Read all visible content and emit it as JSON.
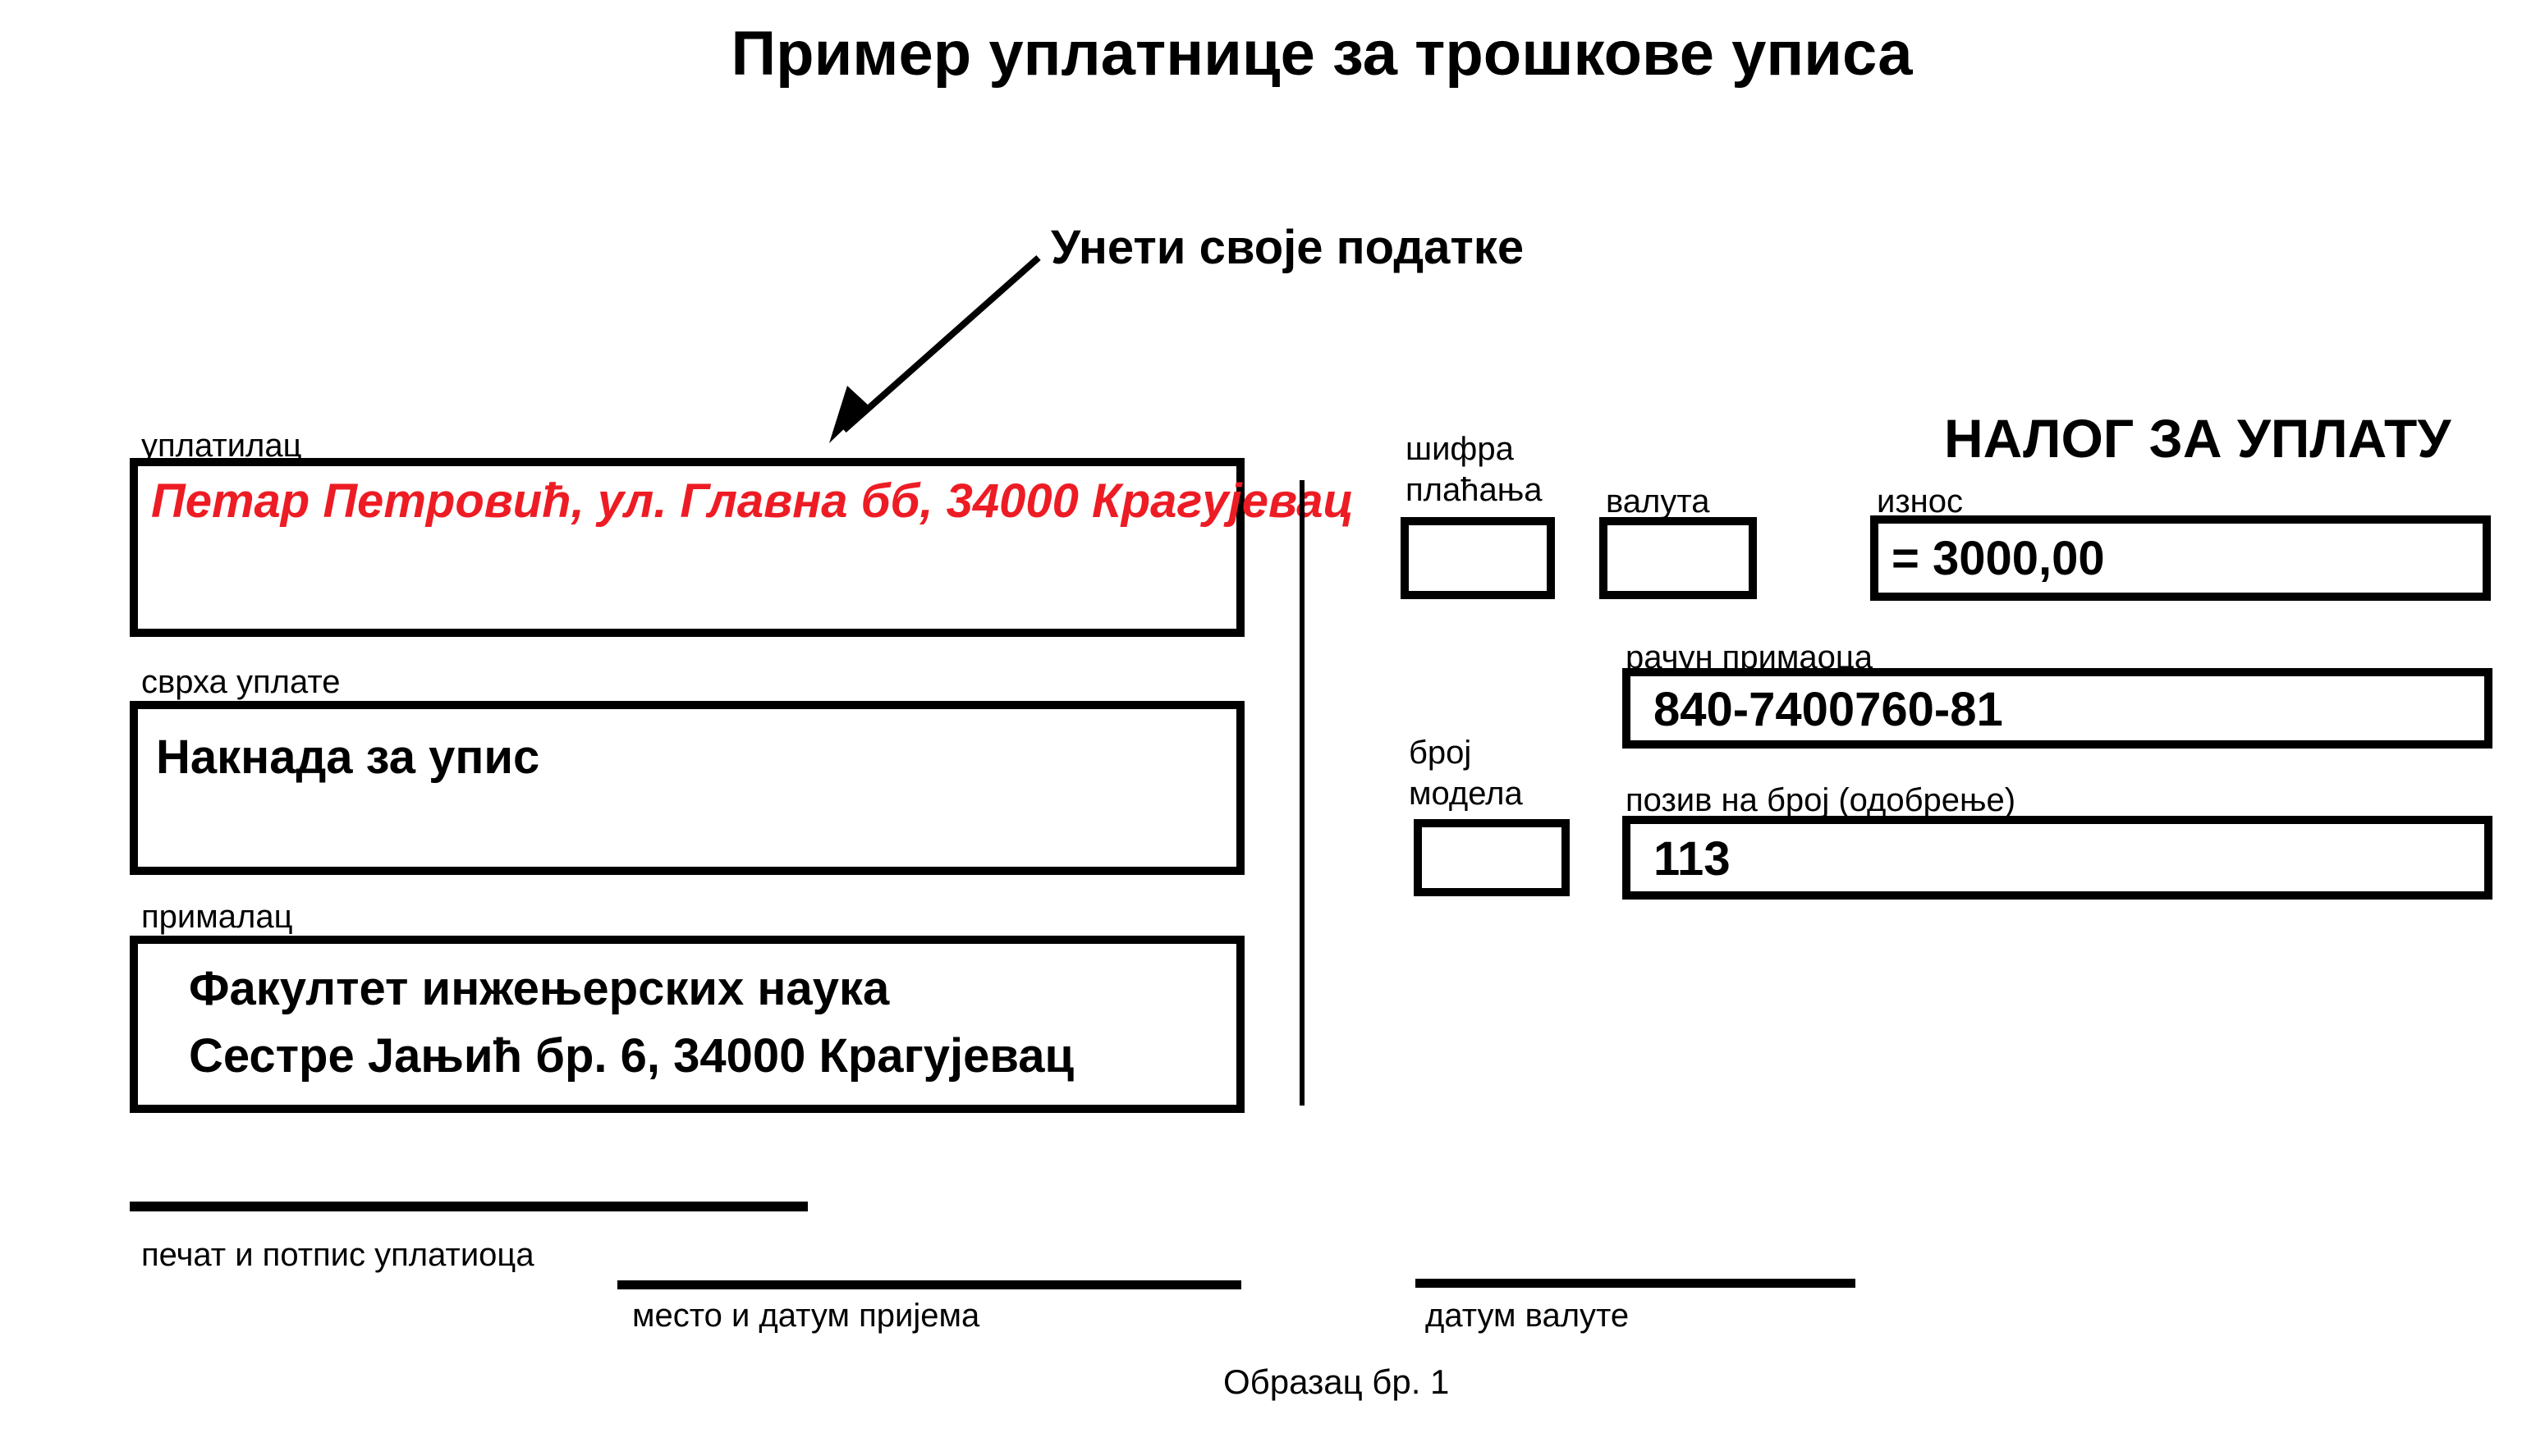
{
  "page": {
    "title": "Пример уплатнице за трошкове уписа",
    "annotation": "Унети своје податке",
    "form_number": "Образац бр. 1"
  },
  "left": {
    "payer": {
      "label": "уплатилац",
      "value": "Петар Петровић, ул. Главна бб, 34000 Крагујевац"
    },
    "purpose": {
      "label": "сврха уплате",
      "value": "Накнада за упис"
    },
    "recipient": {
      "label": "прималац",
      "line1": "Факултет инжењерских наука",
      "line2": "Сестре Јањић бр. 6, 34000 Крагујевац"
    },
    "stamp_label": "печат и потпис уплатиоца",
    "place_date_label": "место и датум пријема"
  },
  "right": {
    "order_title": "НАЛОГ ЗА УПЛАТУ",
    "payment_code": {
      "label": "шифра плаћања",
      "value": ""
    },
    "currency": {
      "label": "валута",
      "value": ""
    },
    "amount": {
      "label": "износ",
      "value": "= 3000,00"
    },
    "recipient_account": {
      "label": "рачун примаоца",
      "value": "840-7400760-81"
    },
    "model_number": {
      "label": "број модела",
      "value": ""
    },
    "reference_number": {
      "label": "позив на број (одобрење)",
      "value": "113"
    },
    "value_date_label": "датум валуте"
  },
  "colors": {
    "highlight_red": "#ed1c24",
    "ink": "#000000"
  }
}
